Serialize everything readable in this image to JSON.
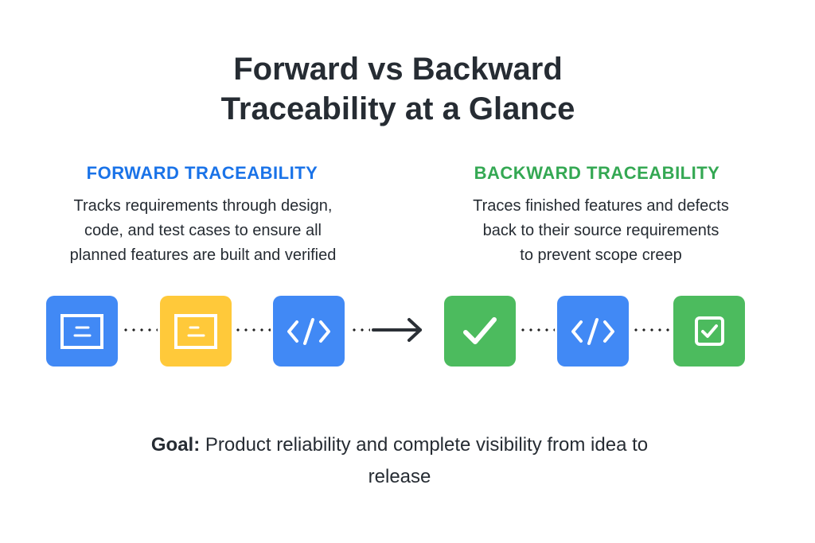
{
  "title": {
    "line1": "Forward vs Backward",
    "line2": "Traceability at a Glance"
  },
  "forward": {
    "heading": "FORWARD TRACEABILITY",
    "lines": [
      "Tracks requirements through design,",
      "code, and test cases to ensure all",
      "planned features are built and verified"
    ],
    "color": "#1a73e8"
  },
  "backward": {
    "heading": "BACKWARD TRACEABILITY",
    "lines": [
      "Traces finished features and defects",
      "back to their source requirements",
      "to prevent scope creep"
    ],
    "color": "#34a853"
  },
  "flow": {
    "tiles": [
      {
        "icon": "document-icon",
        "color": "#4189f5"
      },
      {
        "icon": "document-icon",
        "color": "#ffc93a"
      },
      {
        "icon": "code-icon",
        "color": "#4189f5"
      },
      {
        "icon": "checkmark-icon",
        "color": "#4cbb5e"
      },
      {
        "icon": "code-icon",
        "color": "#4189f5"
      },
      {
        "icon": "checkbox-icon",
        "color": "#4cbb5e"
      }
    ]
  },
  "goal": {
    "label": "Goal:",
    "text": " Product reliability and complete visibility from idea to",
    "text2": "release"
  }
}
